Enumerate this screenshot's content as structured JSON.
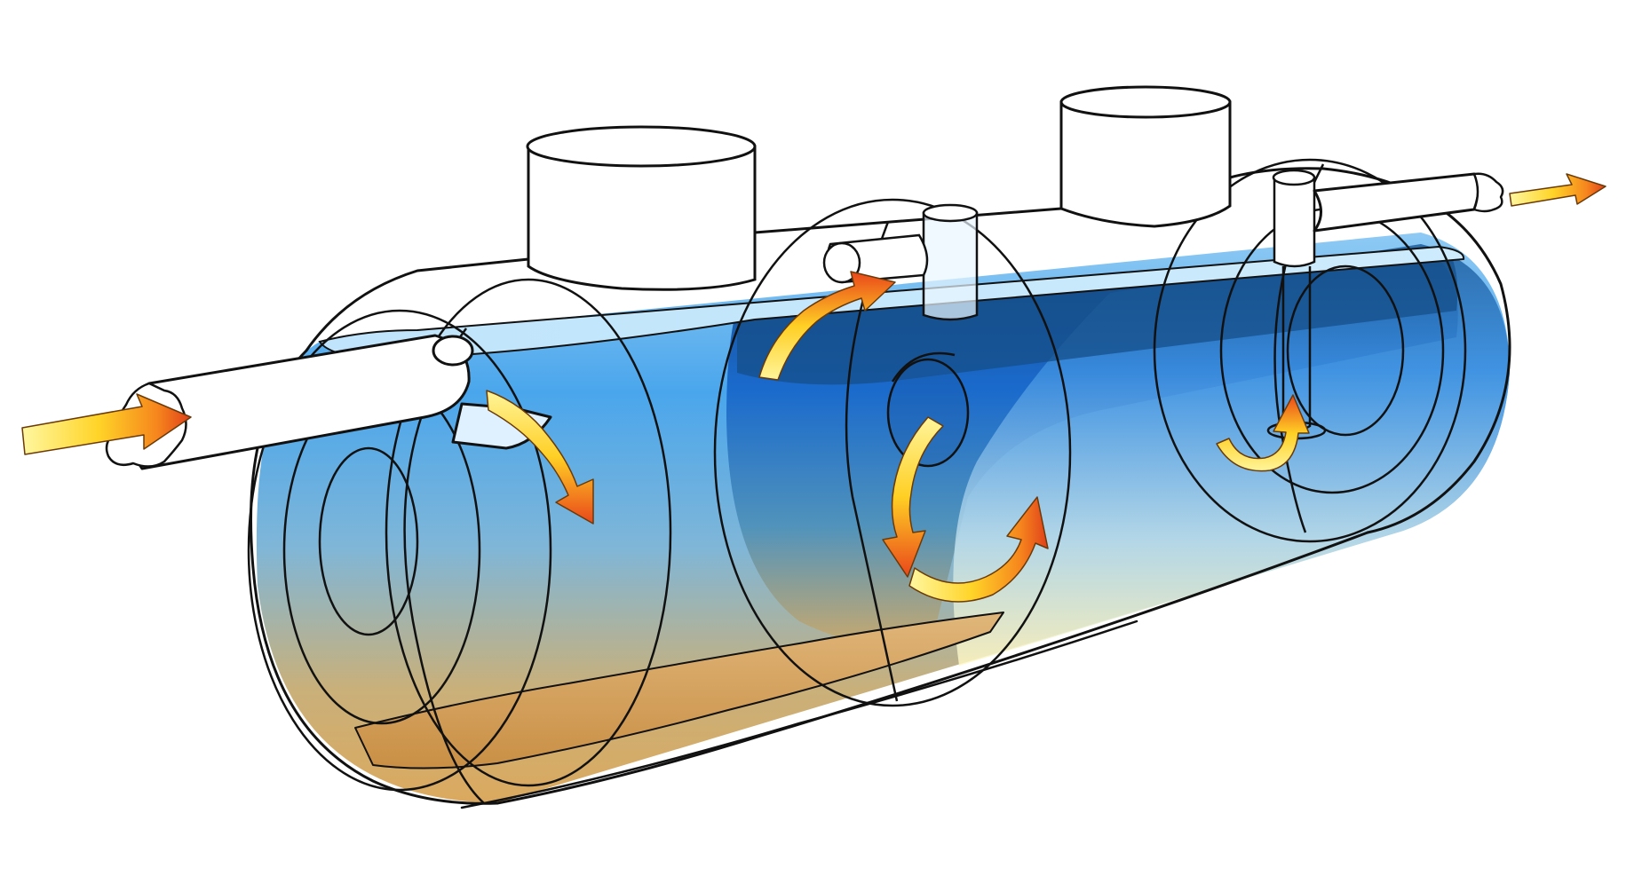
{
  "diagram": {
    "kind": "cutaway illustration",
    "labels": [],
    "colors": {
      "outline": "#111111",
      "pipe_fill": "#ffffff",
      "water_light": "#9fd3f5",
      "water_mid": "#3fa0ea",
      "water_deep": "#124e8c",
      "sludge": "#d6a55e",
      "arrow_yellow": "#ffe94a",
      "arrow_orange": "#f47a1c",
      "arrow_red": "#e33d12"
    },
    "icons": [
      "inlet-flow-arrow",
      "outlet-flow-arrow",
      "chamber-1-down-arrow",
      "baffle-up-arrow",
      "chamber-2-circulation-arrows",
      "outlet-tee-up-arrow"
    ]
  }
}
